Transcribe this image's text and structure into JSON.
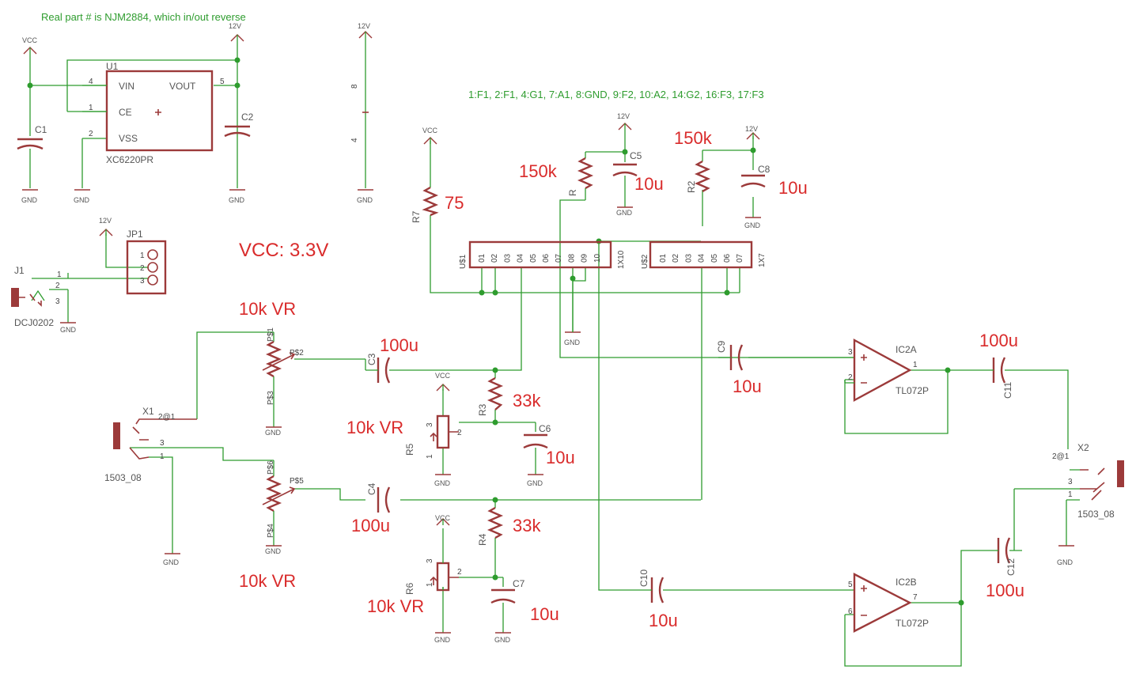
{
  "notes": {
    "top_note": "Real part # is NJM2884, which in/out reverse",
    "pin_map": "1:F1, 2:F1, 4:G1, 7:A1, 8:GND, 9:F2, 10:A2, 14:G2, 16:F3, 17:F3",
    "vcc_note": "VCC: 3.3V"
  },
  "supplies": {
    "vcc": "VCC",
    "v12": "12V",
    "gnd": "GND"
  },
  "regulator": {
    "ref": "U1",
    "part": "XC6220PR",
    "pins": {
      "vin": "VIN",
      "ce": "CE",
      "vss": "VSS",
      "vout": "VOUT"
    },
    "pin_numbers": {
      "vin": "4",
      "ce": "1",
      "vss": "2",
      "vout": "5"
    }
  },
  "power_rail_pins": {
    "top": "8",
    "bottom": "4"
  },
  "jumper": {
    "ref": "JP1",
    "pins": [
      "1",
      "2",
      "3"
    ]
  },
  "dc_jack": {
    "ref": "J1",
    "part": "DCJ0202",
    "pins": [
      "1",
      "2",
      "3"
    ]
  },
  "connectors": {
    "left": {
      "ref": "X1",
      "part": "1503_08",
      "pins": [
        "2@1",
        "3",
        "1"
      ]
    },
    "right": {
      "ref": "X2",
      "part": "1503_08",
      "pins": [
        "2@1",
        "3",
        "1"
      ]
    }
  },
  "headers": {
    "h10": {
      "ref": "U$1",
      "name": "1X10",
      "pins": [
        "01",
        "02",
        "03",
        "04",
        "05",
        "06",
        "07",
        "08",
        "09",
        "10"
      ]
    },
    "h7": {
      "ref": "U$2",
      "name": "1X7",
      "pins": [
        "01",
        "02",
        "03",
        "04",
        "05",
        "06",
        "07"
      ]
    }
  },
  "opamps": {
    "a": {
      "ref": "IC2A",
      "part": "TL072P",
      "pins": {
        "noninv": "3",
        "inv": "2",
        "out": "1"
      }
    },
    "b": {
      "ref": "IC2B",
      "part": "TL072P",
      "pins": {
        "noninv": "5",
        "inv": "6",
        "out": "7"
      }
    }
  },
  "capacitors": {
    "C1": "C1",
    "C2": "C2",
    "C3": "C3",
    "C4": "C4",
    "C5": "C5",
    "C6": "C6",
    "C7": "C7",
    "C8": "C8",
    "C9": "C9",
    "C10": "C10",
    "C11": "C11",
    "C12": "C12"
  },
  "resistors": {
    "R1": "R",
    "R2": "R2",
    "R3": "R3",
    "R4": "R4",
    "R7": "R7"
  },
  "trimmers": {
    "R5": "R5",
    "R6": "R6",
    "pins": [
      "1",
      "2",
      "3"
    ]
  },
  "potentiometers": {
    "upper": {
      "pins": [
        "P$1",
        "P$2",
        "P$3"
      ]
    },
    "lower": {
      "pins": [
        "P$6",
        "P$5",
        "P$4"
      ]
    }
  },
  "values": {
    "r7": "75",
    "r1": "150k",
    "r2": "150k",
    "c5": "10u",
    "c8": "10u",
    "vr_top": "10k VR",
    "c3": "100u",
    "r3": "33k",
    "vr_r5": "10k VR",
    "c6": "10u",
    "vr_bottom": "10k VR",
    "c4": "100u",
    "r4": "33k",
    "vr_r6": "10k VR",
    "c7": "10u",
    "c9": "10u",
    "c10": "10u",
    "c11": "100u",
    "c12": "100u"
  }
}
